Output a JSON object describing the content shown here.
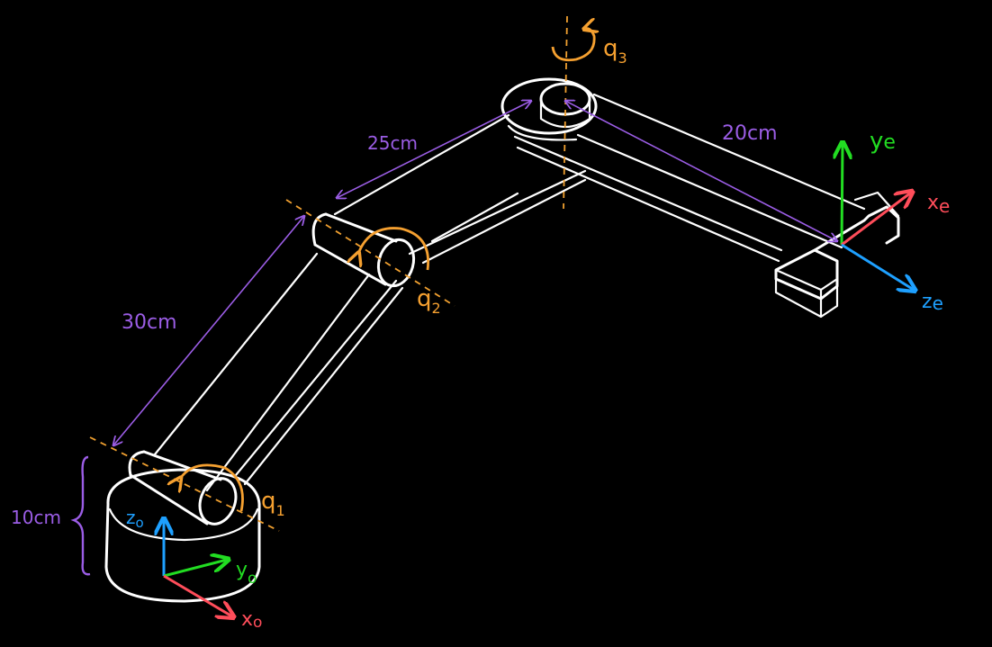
{
  "colors": {
    "background": "#000000",
    "outline": "#ffffff",
    "dimension": "#9b5de5",
    "joint": "#f5a030",
    "x_axis": "#ff4d5a",
    "y_axis": "#22dd22",
    "z_axis": "#1ea0ff"
  },
  "dimensions": {
    "base_height": "10cm",
    "link1": "30cm",
    "link2": "25cm",
    "link3": "20cm"
  },
  "joints": {
    "q1": {
      "letter": "q",
      "sub": "1"
    },
    "q2": {
      "letter": "q",
      "sub": "2"
    },
    "q3": {
      "letter": "q",
      "sub": "3"
    }
  },
  "base_frame": {
    "z": {
      "letter": "z",
      "sub": "o"
    },
    "y": {
      "letter": "y",
      "sub": "o"
    },
    "x": {
      "letter": "x",
      "sub": "o"
    }
  },
  "end_frame": {
    "y": {
      "letter": "y",
      "sub": "e"
    },
    "x": {
      "letter": "x",
      "sub": "e"
    },
    "z": {
      "letter": "z",
      "sub": "e"
    }
  }
}
